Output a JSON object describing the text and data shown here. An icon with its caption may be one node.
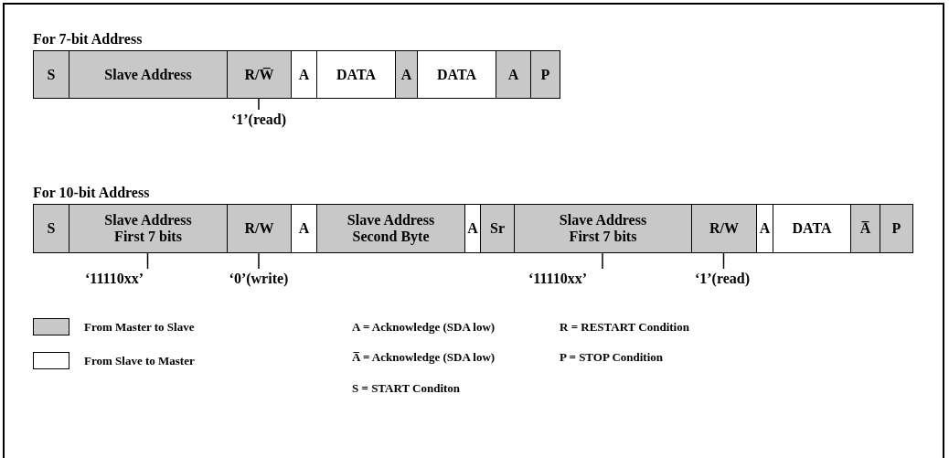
{
  "diagram": {
    "nodes": [
      {
        "text": [
          "S"
        ]
      },
      {
        "text": [
          "Slave Address"
        ]
      },
      {
        "text": [
          "R/W̅"
        ]
      },
      {
        "text": [
          "A"
        ]
      },
      {
        "text": [
          "DATA"
        ]
      },
      {
        "text": [
          "A"
        ]
      },
      {
        "text": [
          "DATA"
        ]
      },
      {
        "text": [
          "A"
        ]
      },
      {
        "text": [
          "P"
        ]
      },
      {
        "text": [
          "‘1’(read)"
        ]
      },
      {
        "text": [
          "S"
        ]
      },
      {
        "text": [
          "Slave Address First 7 bits"
        ]
      },
      {
        "text": [
          "R/W"
        ]
      },
      {
        "text": [
          "A"
        ]
      },
      {
        "text": [
          "Slave Address Second Byte"
        ]
      },
      {
        "text": [
          "A"
        ]
      },
      {
        "text": [
          "Sr"
        ]
      },
      {
        "text": [
          "Slave Address First 7 bits"
        ]
      },
      {
        "text": [
          "R/W"
        ]
      },
      {
        "text": [
          "A"
        ]
      },
      {
        "text": [
          "DATA"
        ]
      },
      {
        "text": [
          "A̅"
        ]
      },
      {
        "text": [
          "P"
        ]
      },
      {
        "text": [
          "‘11110xx’"
        ]
      },
      {
        "text": [
          "‘0’(write)"
        ]
      },
      {
        "text": [
          "‘11110xx’"
        ]
      },
      {
        "text": [
          "‘1’(read)"
        ]
      }
    ],
    "edges": [
      {
        "from": 9,
        "to": 2,
        "arrow": "none"
      },
      {
        "from": 23,
        "to": 11,
        "arrow": "none"
      },
      {
        "from": 24,
        "to": 12,
        "arrow": "none"
      },
      {
        "from": 25,
        "to": 17,
        "arrow": "none"
      },
      {
        "from": 26,
        "to": 18,
        "arrow": "none"
      }
    ],
    "labels": [
      "For 7-bit Address",
      "For 10-bit Address",
      "A = Acknowledge (SDA low)",
      "R = RESTART Condition",
      "A̅ = Acknowledge (SDA low)",
      "P = STOP Condition",
      "S = START Conditon"
    ],
    "legend": [
      {
        "text": "From Master to Slave",
        "color": "#c8c8c8"
      },
      {
        "text": "From Slave to Master",
        "color": "#ffffff"
      }
    ]
  }
}
